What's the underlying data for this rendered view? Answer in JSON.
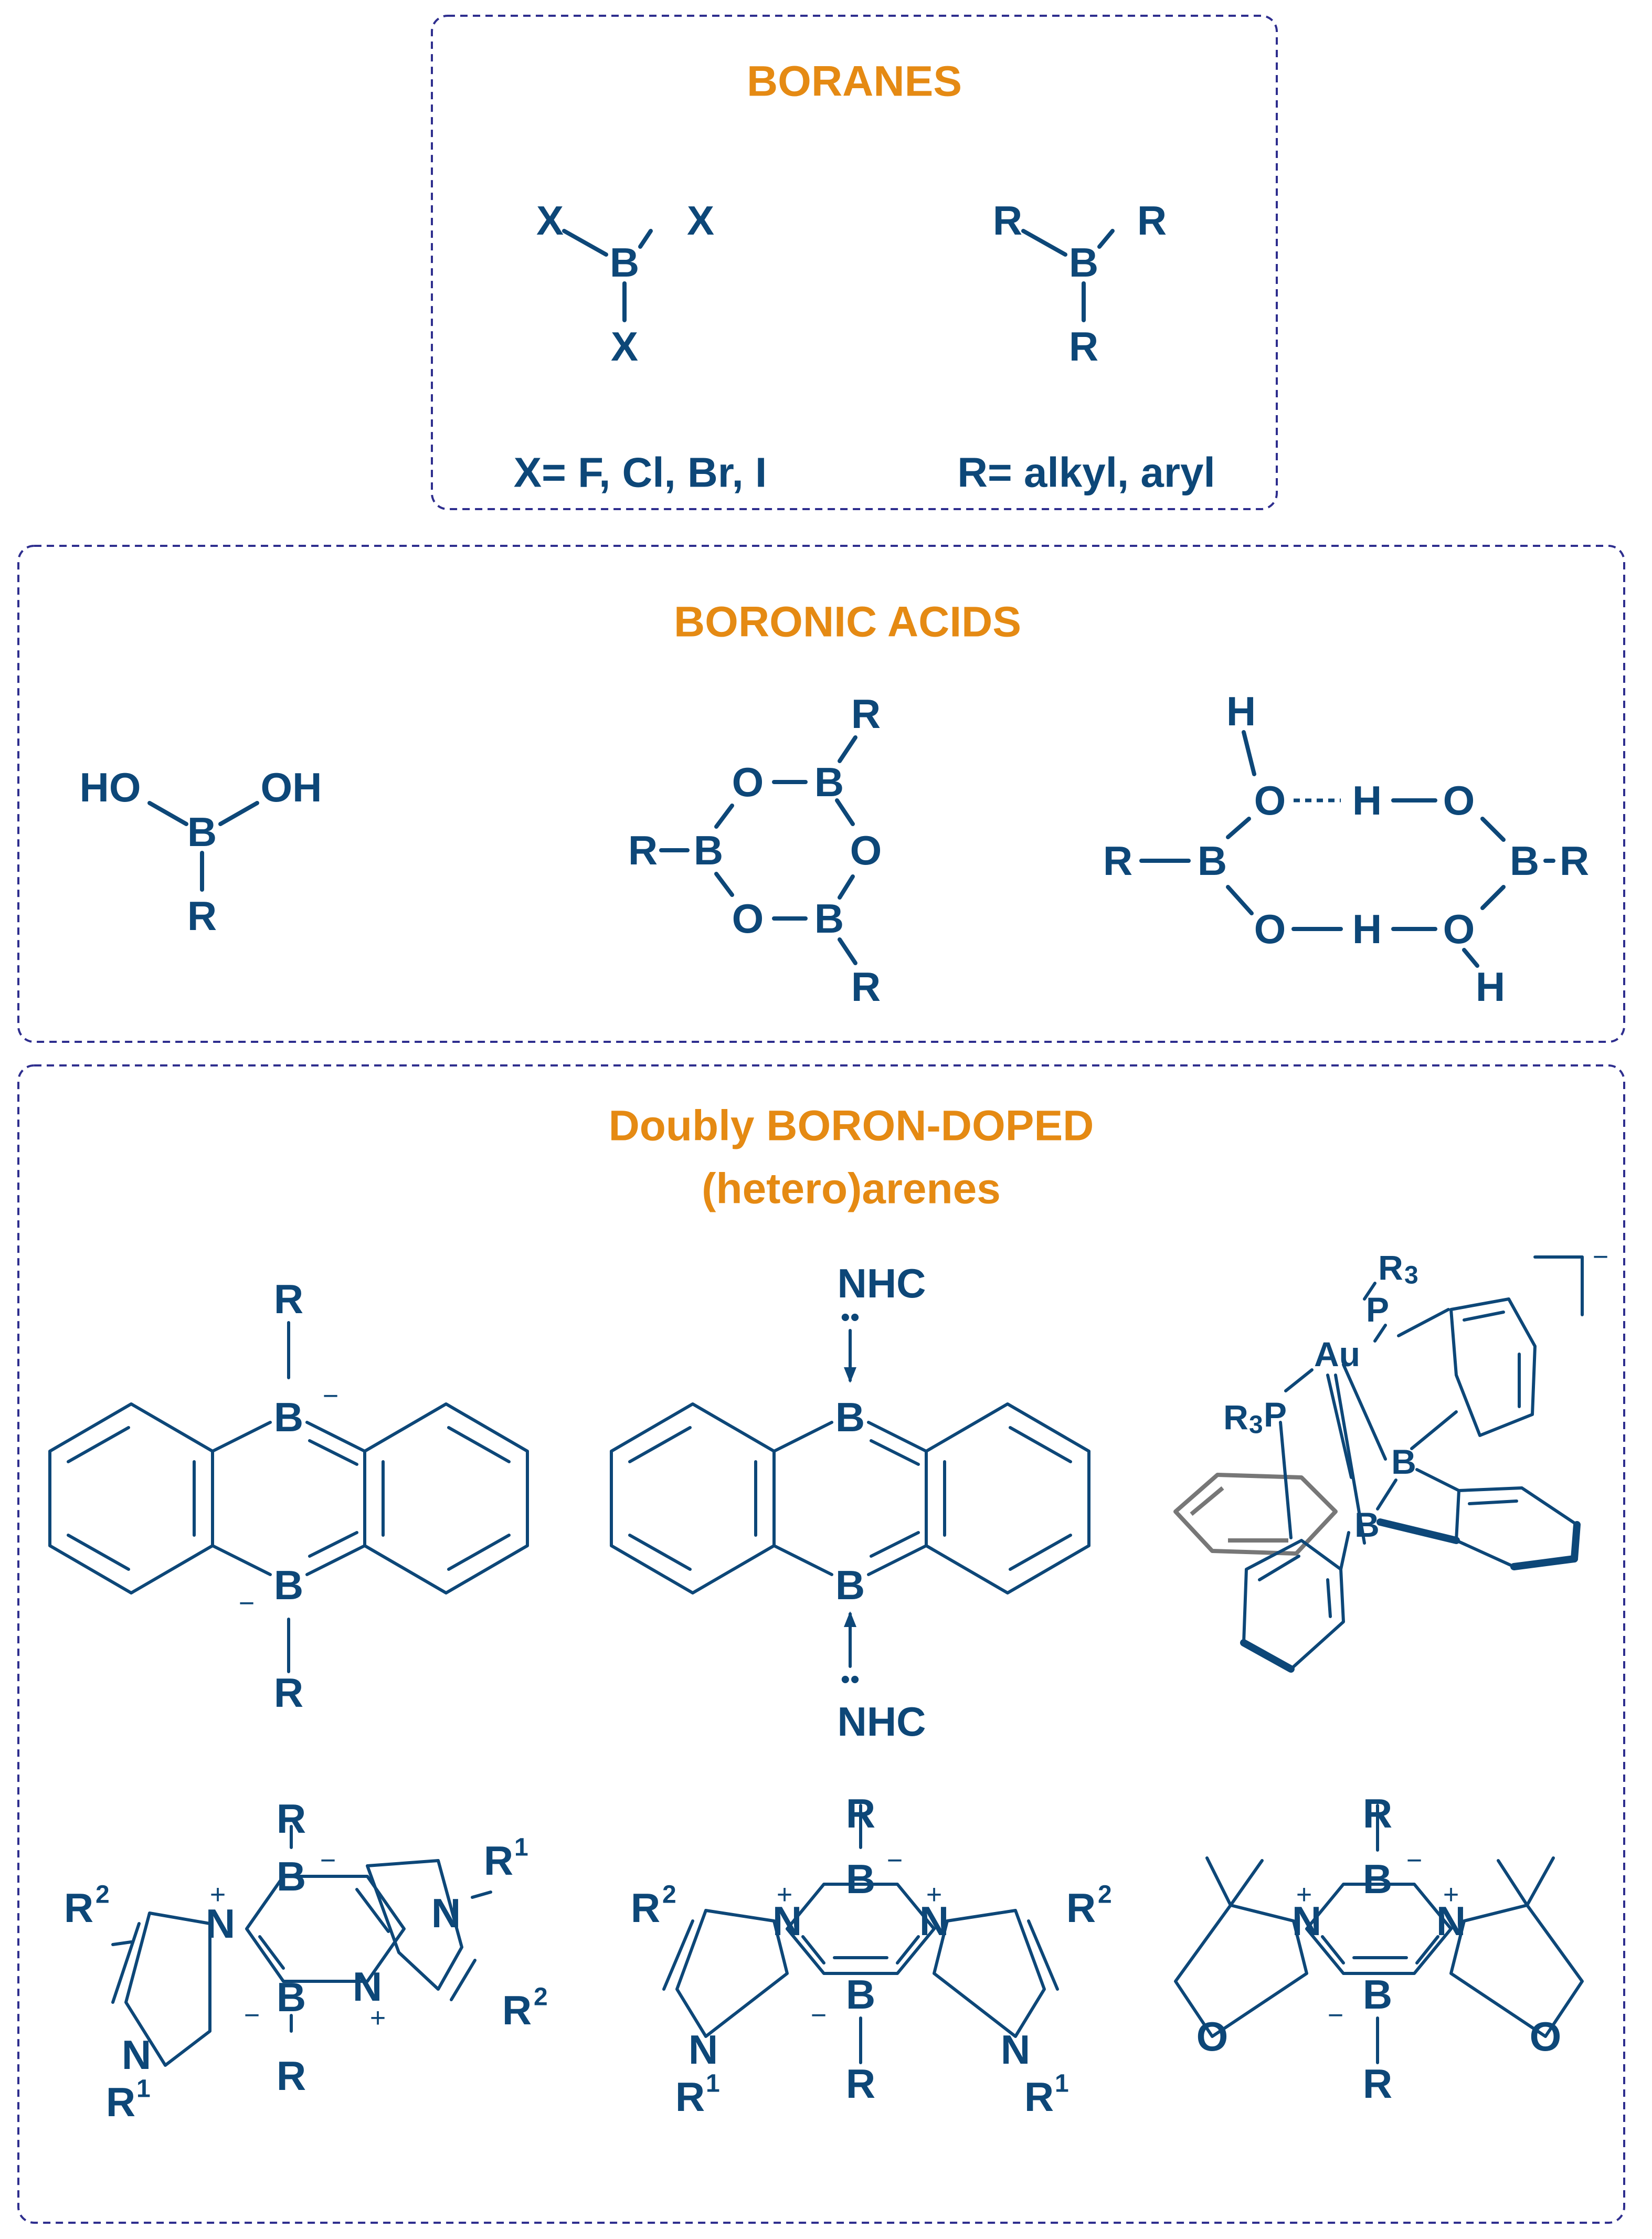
{
  "colors": {
    "heading": "#e58a13",
    "structure": "#0d4778",
    "frame": "#2e2e8e"
  },
  "sections": {
    "boranes": {
      "title": "BORANES",
      "caption_x": "X= F,  Cl, Br,  I",
      "caption_r": "R= alkyl, aryl"
    },
    "boronic_acids": {
      "title": "BORONIC ACIDS"
    },
    "doped": {
      "title_line1": "Doubly BORON-DOPED",
      "title_line2": "(hetero)arenes"
    }
  },
  "labels": {
    "B": "B",
    "X": "X",
    "R": "R",
    "HO": "HO",
    "OH": "OH",
    "O": "O",
    "H": "H",
    "N": "N",
    "NHC": "NHC",
    "Au": "Au",
    "P": "P",
    "R3": "R",
    "three": "3",
    "R1": "R",
    "one": "1",
    "R2": "R",
    "two": "2",
    "minus": "−",
    "plus": "+",
    "dots": "••"
  }
}
